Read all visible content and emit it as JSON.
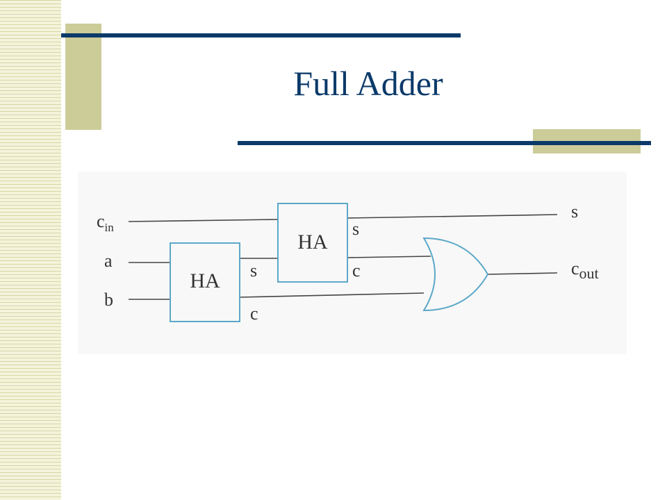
{
  "title": "Full Adder",
  "diagram": {
    "inputs": {
      "cin_main": "c",
      "cin_sub": "in",
      "a": "a",
      "b": "b"
    },
    "half_adder_1": {
      "label": "HA",
      "sum_label": "s",
      "carry_label": "c"
    },
    "half_adder_2": {
      "label": "HA",
      "sum_label": "s",
      "carry_label": "c"
    },
    "outputs": {
      "sum": "s",
      "cout_main": "c",
      "cout_sub": "out"
    }
  },
  "colors": {
    "title": "#0b3a6a",
    "rule": "#0b3a6a",
    "accent": "#cccc99",
    "block_stroke": "#5ba8c8",
    "wire": "#444444"
  }
}
